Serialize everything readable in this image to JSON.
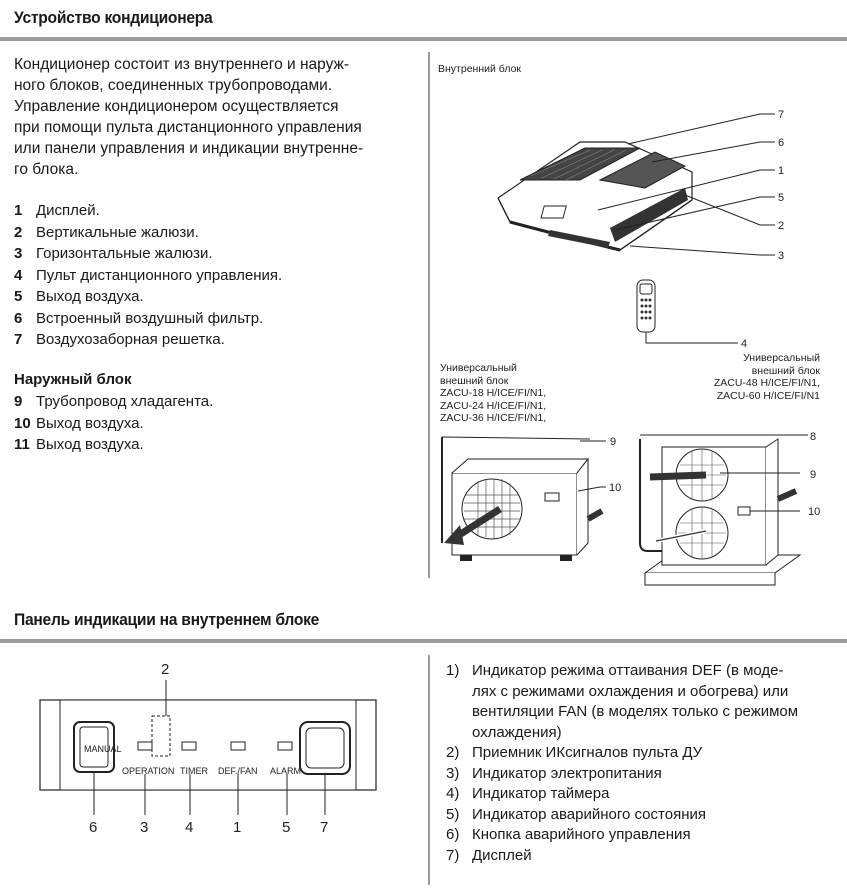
{
  "section1": {
    "title": "Устройство кондиционера",
    "intro_lines": [
      "Кондиционер состоит из внутреннего и наруж-",
      "ного блоков, соединенных трубопроводами.",
      "Управление кондиционером осуществляется",
      "при помощи пульта дистанционного управления",
      "или панели управления и индикации внутренне-",
      "го блока."
    ],
    "indoor_parts": [
      {
        "num": "1",
        "text": "Дисплей."
      },
      {
        "num": "2",
        "text": "Вертикальные жалюзи."
      },
      {
        "num": "3",
        "text": "Горизонтальные жалюзи."
      },
      {
        "num": "4",
        "text": "Пульт дистанционного управления."
      },
      {
        "num": "5",
        "text": "Выход воздуха."
      },
      {
        "num": "6",
        "text": "Встроенный воздушный фильтр."
      },
      {
        "num": "7",
        "text": "Воздухозаборная решетка."
      }
    ],
    "outdoor_title": "Наружный блок",
    "outdoor_parts": [
      {
        "num": "9",
        "text": "Трубопровод хладагента."
      },
      {
        "num": "10",
        "text": "Выход воздуха."
      },
      {
        "num": "11",
        "text": "Выход воздуха."
      }
    ]
  },
  "diagram": {
    "indoor_caption": "Внутренний блок",
    "indoor_callouts": [
      "7",
      "6",
      "1",
      "5",
      "2",
      "3"
    ],
    "remote_callout": "4",
    "outdoor_left_lines": [
      "Универсальный",
      "внешний блок",
      "ZACU-18 H/ICE/FI/N1,",
      "ZACU-24 H/ICE/FI/N1,",
      "ZACU-36 H/ICE/FI/N1,"
    ],
    "outdoor_right_lines": [
      "Универсальный",
      "внешний блок",
      "ZACU-48 H/ICE/FI/N1,",
      "ZACU-60 H/ICE/FI/N1"
    ],
    "left_callouts": [
      "9",
      "10"
    ],
    "right_callouts": [
      "8",
      "9",
      "10"
    ]
  },
  "section2": {
    "title": "Панель индикации на внутреннем блоке",
    "panel": {
      "top_number": "2",
      "manual_label": "MANUAL",
      "indicator_labels": [
        "OPERATION",
        "TIMER",
        "DEF./FAN",
        "ALARM"
      ],
      "bottom_numbers": [
        "6",
        "3",
        "4",
        "1",
        "5",
        "7"
      ]
    },
    "legend": [
      {
        "n": "1)",
        "lines": [
          "Индикатор режима оттаивания DEF (в моде-",
          "лях с режимами охлаждения и обогрева) или",
          "вентиляции FAN (в моделях только с режимом",
          "охлаждения)"
        ]
      },
      {
        "n": "2)",
        "lines": [
          "Приемник ИКсигналов пульта ДУ"
        ]
      },
      {
        "n": "3)",
        "lines": [
          "Индикатор электропитания"
        ]
      },
      {
        "n": "4)",
        "lines": [
          "Индикатор таймера"
        ]
      },
      {
        "n": "5)",
        "lines": [
          "Индикатор аварийного состояния"
        ]
      },
      {
        "n": "6)",
        "lines": [
          "Кнопка аварийного управления"
        ]
      },
      {
        "n": "7)",
        "lines": [
          "Дисплей"
        ]
      }
    ]
  }
}
